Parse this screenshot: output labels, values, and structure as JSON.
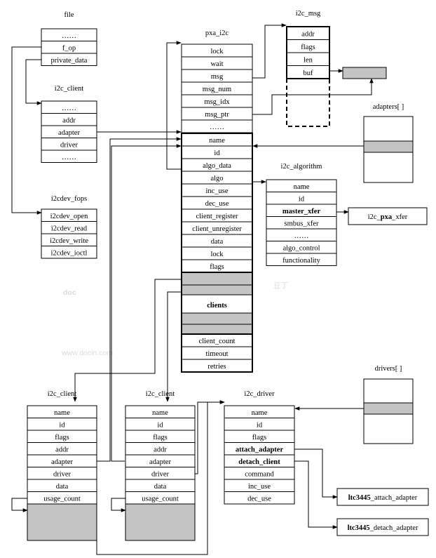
{
  "watermark": {
    "logo_text": "doc",
    "cn_text": "豆丁",
    "url_text": "www.docin.com"
  },
  "structs": {
    "file": {
      "title": "file",
      "fields": [
        "……",
        "f_op",
        "private_data"
      ]
    },
    "i2c_client_top": {
      "title": "i2c_client",
      "fields": [
        "……",
        "addr",
        "adapter",
        "driver",
        "……"
      ]
    },
    "i2cdev_fops": {
      "title": "i2cdev_fops",
      "fields": [
        "i2cdev_open",
        "i2cdev_read",
        "i2cdev_write",
        "i2cdev_ioctl"
      ]
    },
    "pxa_i2c": {
      "title": "pxa_i2c",
      "fields": [
        "lock",
        "wait",
        "msg",
        "msg_num",
        "msg_idx",
        "msg_ptr",
        "……"
      ]
    },
    "adapter": {
      "fields": [
        "name",
        "id",
        "algo_data",
        "algo",
        "inc_use",
        "dec_use",
        "client_register",
        "client_unregister",
        "data",
        "lock",
        "flags"
      ],
      "clients_label": "clients",
      "tail_fields": [
        "client_count",
        "timeout",
        "retries"
      ]
    },
    "i2c_msg": {
      "title": "i2c_msg",
      "fields": [
        "addr",
        "flags",
        "len",
        "buf"
      ]
    },
    "adapters_array": {
      "title": "adapters[ ]"
    },
    "drivers_array": {
      "title": "drivers[ ]"
    },
    "i2c_algorithm": {
      "title": "i2c_algorithm",
      "fields": [
        "name",
        "id",
        "master_xfer",
        "smbus_xfer",
        "……",
        "algo_control",
        "functionality"
      ]
    },
    "i2c_pxa_xfer": {
      "prefix": "i2c_",
      "bold": "pxa",
      "suffix": "_xfer"
    },
    "i2c_client_a": {
      "title": "i2c_client",
      "fields": [
        "name",
        "id",
        "flags",
        "addr",
        "adapter",
        "driver",
        "data",
        "usage_count"
      ]
    },
    "i2c_client_b": {
      "title": "i2c_client",
      "fields": [
        "name",
        "id",
        "flags",
        "addr",
        "adapter",
        "driver",
        "data",
        "usage_count"
      ]
    },
    "i2c_driver": {
      "title": "i2c_driver",
      "fields": [
        "name",
        "id",
        "flags",
        "attach_adapter",
        "detach_client",
        "command",
        "inc_use",
        "dec_use"
      ]
    },
    "ltc_attach": {
      "bold": "ltc3445",
      "suffix": "_attach_adapter"
    },
    "ltc_detach": {
      "bold": "ltc3445",
      "suffix": "_detach_adapter"
    }
  }
}
